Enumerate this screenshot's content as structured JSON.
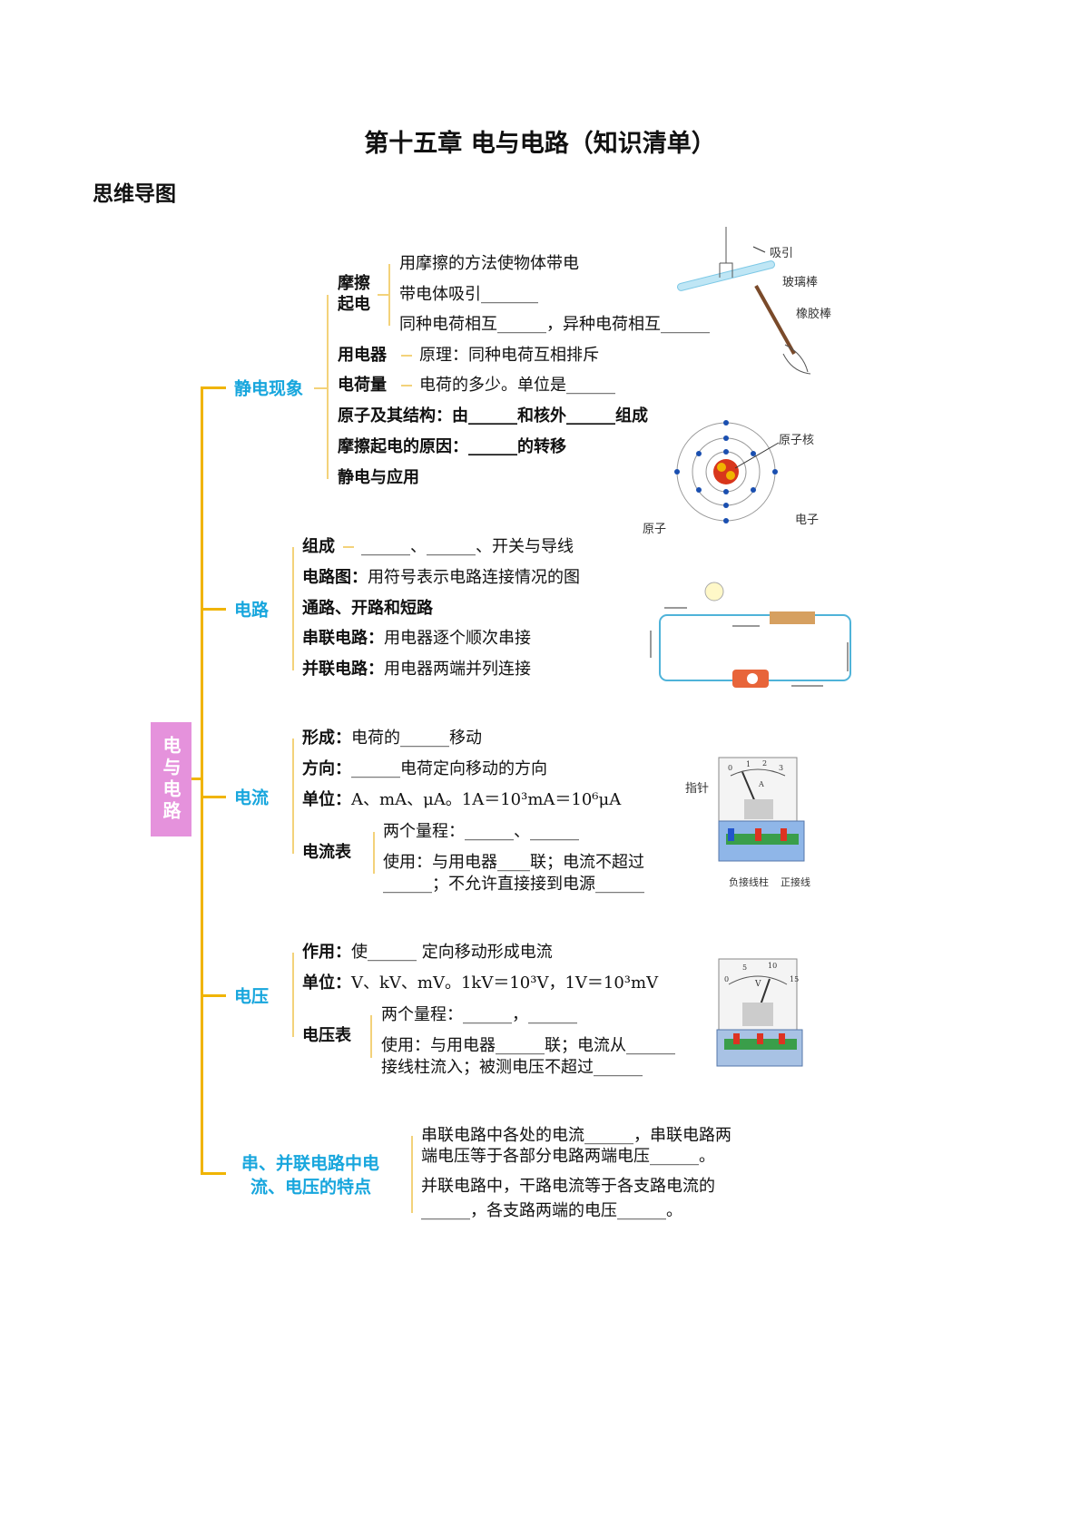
{
  "title": "第十五章  电与电路（知识清单）",
  "subtitle": "思维导图",
  "center": "电与电路",
  "branches": {
    "static": {
      "label": "静电现象",
      "friction": {
        "label1": "摩擦",
        "label2": "起电",
        "items": [
          "用摩擦的方法使物体带电",
          "带电体吸引_______",
          "同种电荷相互______，异种电荷相互______"
        ]
      },
      "electroscope": {
        "label": "用电器",
        "text": "原理：同种电荷互相排斥"
      },
      "charge": {
        "label": "电荷量",
        "text": "电荷的多少。单位是______"
      },
      "atom": "原子及其结构：由______和核外______组成",
      "cause": "摩擦起电的原因：______的转移",
      "application": "静电与应用"
    },
    "circuit": {
      "label": "电路",
      "composition": {
        "label": "组成",
        "text": "______、______、开关与导线"
      },
      "diagram": {
        "label": "电路图：",
        "text": "用符号表示电路连接情况的图"
      },
      "states": "通路、开路和短路",
      "series": {
        "label": "串联电路：",
        "text": "用电器逐个顺次串接"
      },
      "parallel": {
        "label": "并联电路：",
        "text": "用电器两端并列连接"
      }
    },
    "current": {
      "label": "电流",
      "formation": {
        "label": "形成：",
        "text": "电荷的______移动"
      },
      "direction": {
        "label": "方向：",
        "text": "______电荷定向移动的方向"
      },
      "unit": {
        "label": "单位：",
        "text": "A、mA、μA。1A＝10³mA＝10⁶μA"
      },
      "ammeter": {
        "label": "电流表",
        "items": [
          "两个量程：______、______",
          "使用：与用电器____联；电流不超过",
          "______；不允许直接接到电源______"
        ]
      }
    },
    "voltage": {
      "label": "电压",
      "role": {
        "label": "作用：",
        "text": "使______  定向移动形成电流"
      },
      "unit": {
        "label": "单位：",
        "text": "V、kV、mV。1kV＝10³V，1V＝10³mV"
      },
      "voltmeter": {
        "label": "电压表",
        "items": [
          "两个量程：______，______",
          "使用：与用电器______联；电流从______",
          "接线柱流入；被测电压不超过______"
        ]
      }
    },
    "features": {
      "label1": "串、并联电路中电",
      "label2": "流、电压的特点",
      "items": [
        "串联电路中各处的电流______，串联电路两",
        "端电压等于各部分电路两端电压______。",
        "并联电路中，干路电流等于各支路电流的",
        "______，各支路两端的电压______。"
      ]
    }
  },
  "figures": {
    "rods": {
      "attract": "吸引",
      "glass": "玻璃棒",
      "rubber": "橡胶棒"
    },
    "atom": {
      "nucleus": "原子核",
      "electron": "电子",
      "atom": "原子"
    },
    "ammeter": {
      "pointer": "指针",
      "neg": "负接线柱",
      "pos": "正接线",
      "scale": [
        "0",
        "1",
        "2",
        "3"
      ],
      "unit": "A"
    },
    "voltmeter": {
      "scale": [
        "0",
        "5",
        "10",
        "15"
      ],
      "unit": "V"
    }
  },
  "colors": {
    "node": "#17a6dd",
    "trunk": "#f0b400",
    "center": "#e592dc"
  }
}
